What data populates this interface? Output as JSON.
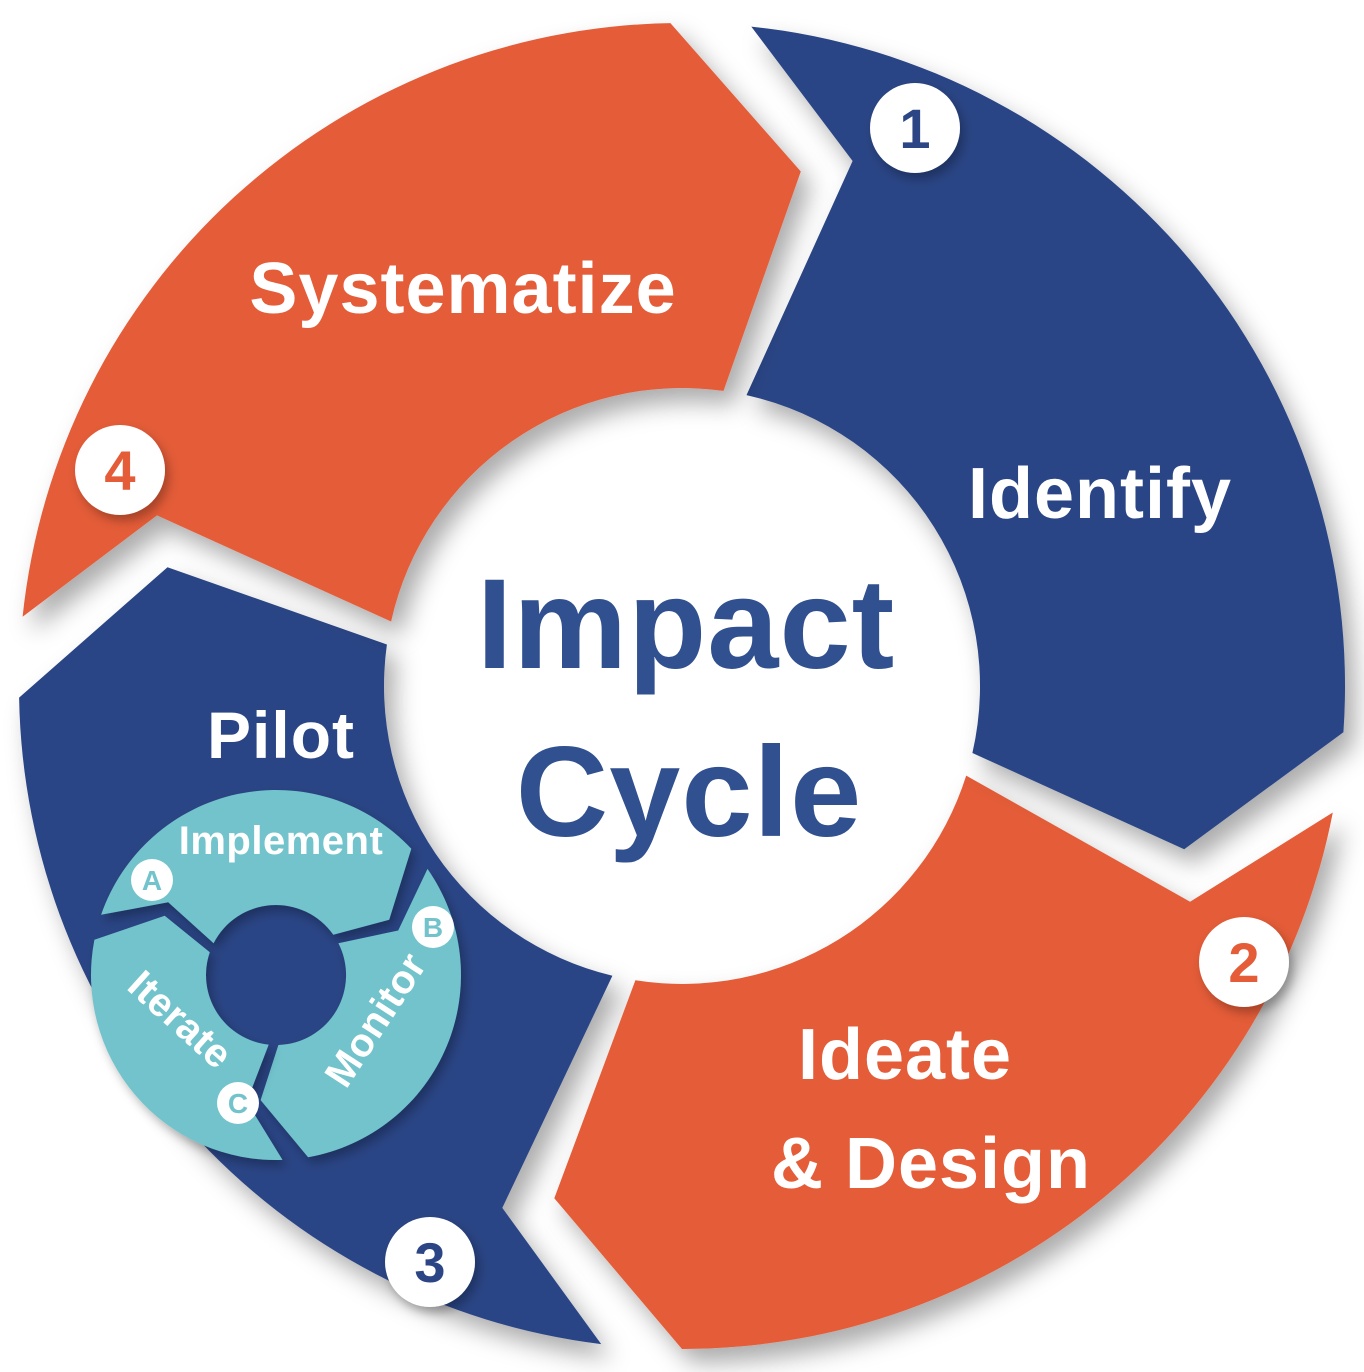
{
  "diagram": {
    "title_line1": "Impact",
    "title_line2": "Cycle"
  },
  "colors": {
    "blue": "#2b4585",
    "orange": "#e45c38",
    "teal": "#72c3cc",
    "title_blue": "#31508f",
    "white": "#ffffff"
  },
  "segments": [
    {
      "number": "1",
      "label": "Identify"
    },
    {
      "number": "2",
      "label": "Ideate",
      "label_line2": "& Design"
    },
    {
      "number": "3",
      "label": "Pilot"
    },
    {
      "number": "4",
      "label": "Systematize"
    }
  ],
  "pilot_subcycle": {
    "steps": [
      {
        "letter": "A",
        "label": "Implement"
      },
      {
        "letter": "B",
        "label": "Monitor"
      },
      {
        "letter": "C",
        "label": "Iterate"
      }
    ]
  }
}
